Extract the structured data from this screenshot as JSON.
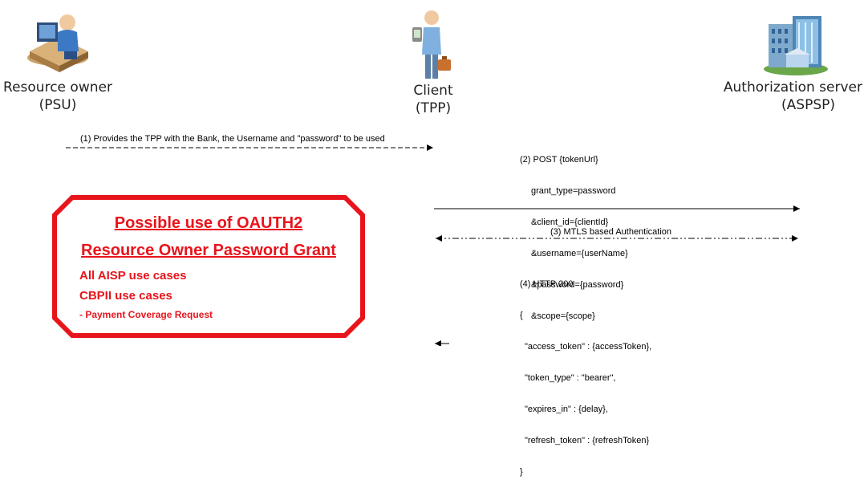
{
  "actors": {
    "psu": {
      "name": "Resource owner",
      "role": "(PSU)",
      "icon": "person-at-computer-icon"
    },
    "tpp": {
      "name": "Client",
      "role": "(TPP)",
      "icon": "person-with-phone-and-briefcase-icon"
    },
    "aspsp": {
      "name": "Authorization server",
      "role": "(ASPSP)",
      "icon": "bank-building-icon"
    }
  },
  "messages": {
    "m1": "(1) Provides the TPP with the Bank, the Username and \"password\" to be used",
    "m2": {
      "lines": [
        "(2) POST {tokenUrl}",
        "grant_type=password",
        "&client_id={clientId}",
        "&username={userName}",
        "&password={password}",
        "&scope={scope}"
      ]
    },
    "m3": "(3) MTLS based Authentication",
    "m4": {
      "lines": [
        "(4) HTTP 200",
        "{",
        "\"access_token\" : {accessToken},",
        "\"token_type\" : \"bearer\",",
        "\"expires_in\" : {delay},",
        "\"refresh_token\" : {refreshToken}",
        "}"
      ]
    }
  },
  "note": {
    "title_1": "Possible use of OAUTH2",
    "title_2": "Resource Owner Password Grant",
    "line_1": "All AISP use cases",
    "line_2": "CBPII use cases",
    "line_3": "- Payment Coverage Request"
  },
  "colors": {
    "note_red": "#e8141c",
    "line_black": "#000000"
  }
}
